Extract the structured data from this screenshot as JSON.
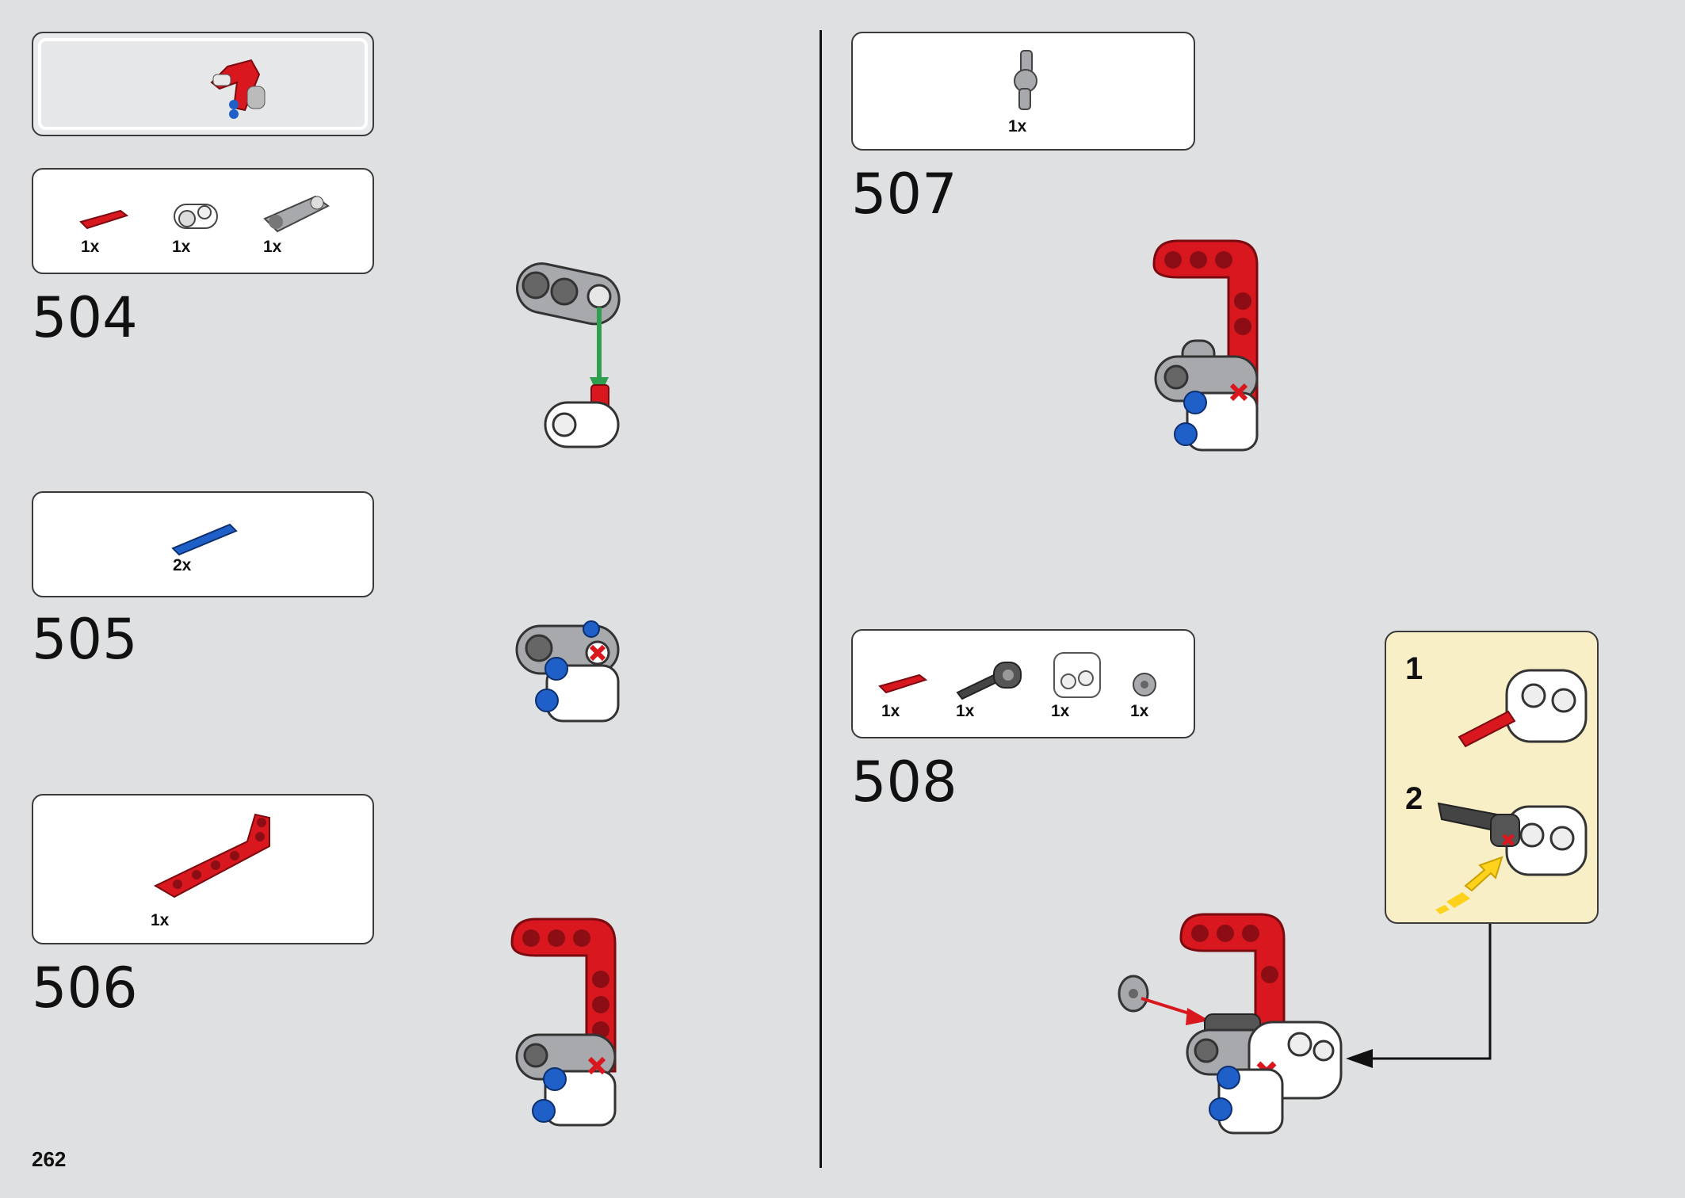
{
  "page_number": "262",
  "steps": [
    {
      "number": "504",
      "parts": [
        {
          "name": "red-axle-icon",
          "qty": "1x"
        },
        {
          "name": "white-connector-icon",
          "qty": "1x"
        },
        {
          "name": "gray-beam-connector-icon",
          "qty": "1x"
        }
      ]
    },
    {
      "number": "505",
      "parts": [
        {
          "name": "blue-pin-icon",
          "qty": "2x"
        }
      ]
    },
    {
      "number": "506",
      "parts": [
        {
          "name": "red-l-beam-icon",
          "qty": "1x"
        }
      ]
    },
    {
      "number": "507",
      "parts": [
        {
          "name": "gray-pin-connector-icon",
          "qty": "1x"
        }
      ]
    },
    {
      "number": "508",
      "parts": [
        {
          "name": "red-axle-icon",
          "qty": "1x"
        },
        {
          "name": "dark-axle-connector-icon",
          "qty": "1x"
        },
        {
          "name": "white-double-connector-icon",
          "qty": "1x"
        },
        {
          "name": "gray-bush-icon",
          "qty": "1x"
        }
      ]
    }
  ],
  "callout": {
    "step_1": "1",
    "step_2": "2"
  },
  "colors": {
    "background": "#dfe0e2",
    "callout": "#f8efc6",
    "red": "#d8171f",
    "blue": "#1f5fc8",
    "gray": "#a7a9ac",
    "green": "#2e9e4f",
    "yellow": "#ffd21e"
  }
}
